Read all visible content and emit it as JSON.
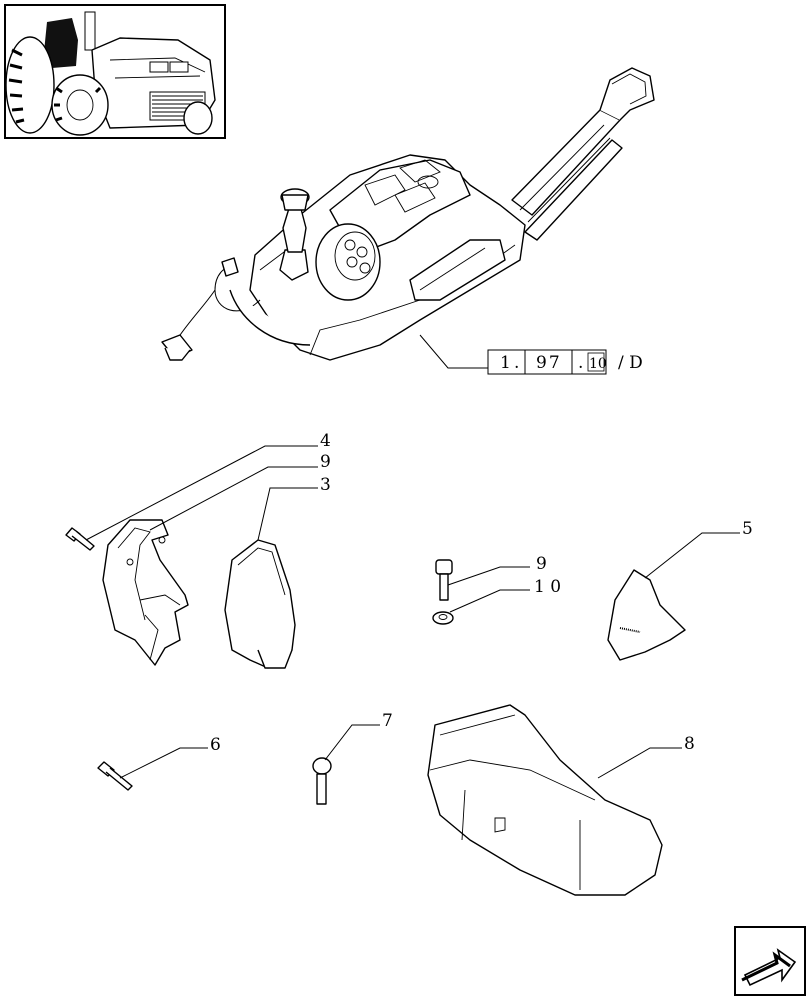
{
  "reference": {
    "parts": [
      "1",
      "97",
      "10"
    ],
    "suffix": "/ D"
  },
  "callouts": {
    "c4": "4",
    "c9a": "9",
    "c3": "3",
    "c5": "5",
    "c9b": "9",
    "c10": "1 0",
    "c6": "6",
    "c7": "7",
    "c8": "8"
  },
  "icons": {
    "thumbnail": "tractor-thumbnail",
    "nav": "next-page-arrow-icon"
  }
}
